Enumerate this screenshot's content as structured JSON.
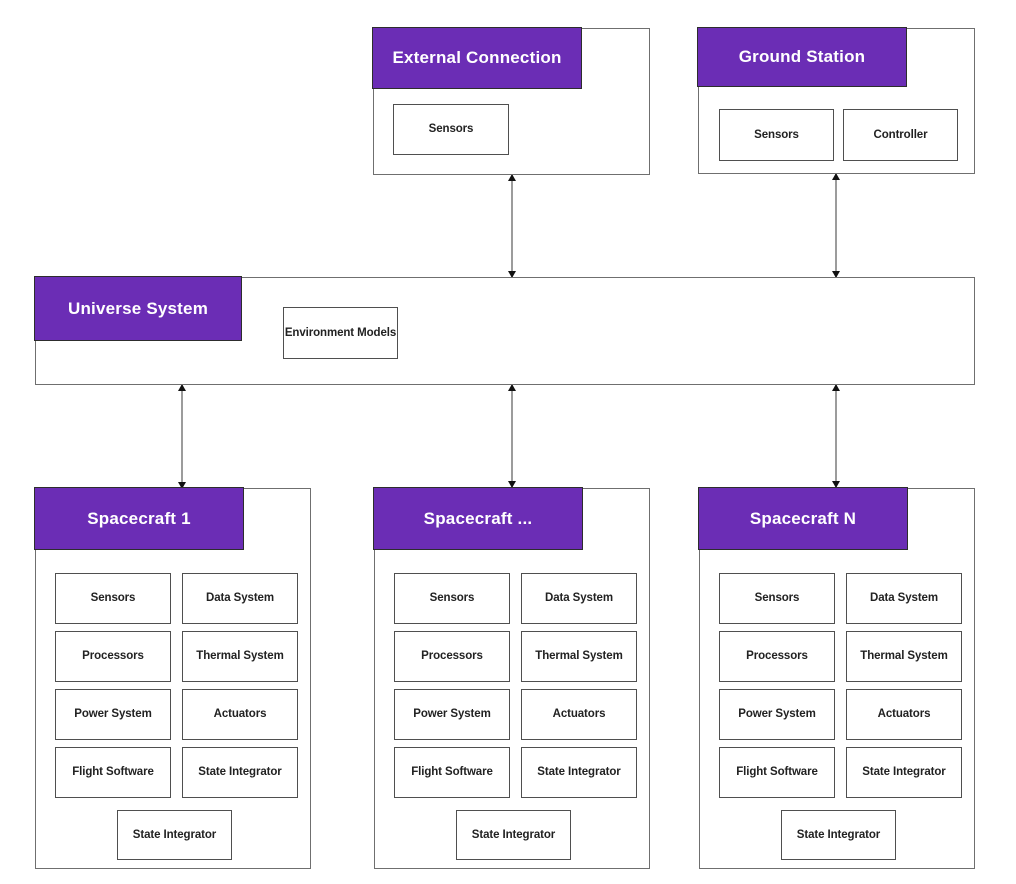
{
  "colors": {
    "accent_purple": "#6B2DB5",
    "header_text": "#ffffff",
    "label_text": "#222222",
    "arrow_head": "#111111",
    "arrow_line": "#9c9c9c"
  },
  "diagram": {
    "external_connection": {
      "title": "External Connection",
      "modules": [
        "Sensors"
      ]
    },
    "ground_station": {
      "title": "Ground Station",
      "modules": [
        "Sensors",
        "Controller"
      ]
    },
    "universe_system": {
      "title": "Universe System",
      "modules": [
        "Environment Models"
      ]
    },
    "spacecraft_cards": [
      {
        "title": "Spacecraft 1",
        "grid": [
          "Sensors",
          "Data System",
          "Processors",
          "Thermal System",
          "Power System",
          "Actuators",
          "Flight Software",
          "State Integrator"
        ],
        "footer": "State Integrator"
      },
      {
        "title": "Spacecraft ...",
        "grid": [
          "Sensors",
          "Data System",
          "Processors",
          "Thermal System",
          "Power System",
          "Actuators",
          "Flight Software",
          "State Integrator"
        ],
        "footer": "State Integrator"
      },
      {
        "title": "Spacecraft N",
        "grid": [
          "Sensors",
          "Data System",
          "Processors",
          "Thermal System",
          "Power System",
          "Actuators",
          "Flight Software",
          "State Integrator"
        ],
        "footer": "State Integrator"
      }
    ]
  }
}
